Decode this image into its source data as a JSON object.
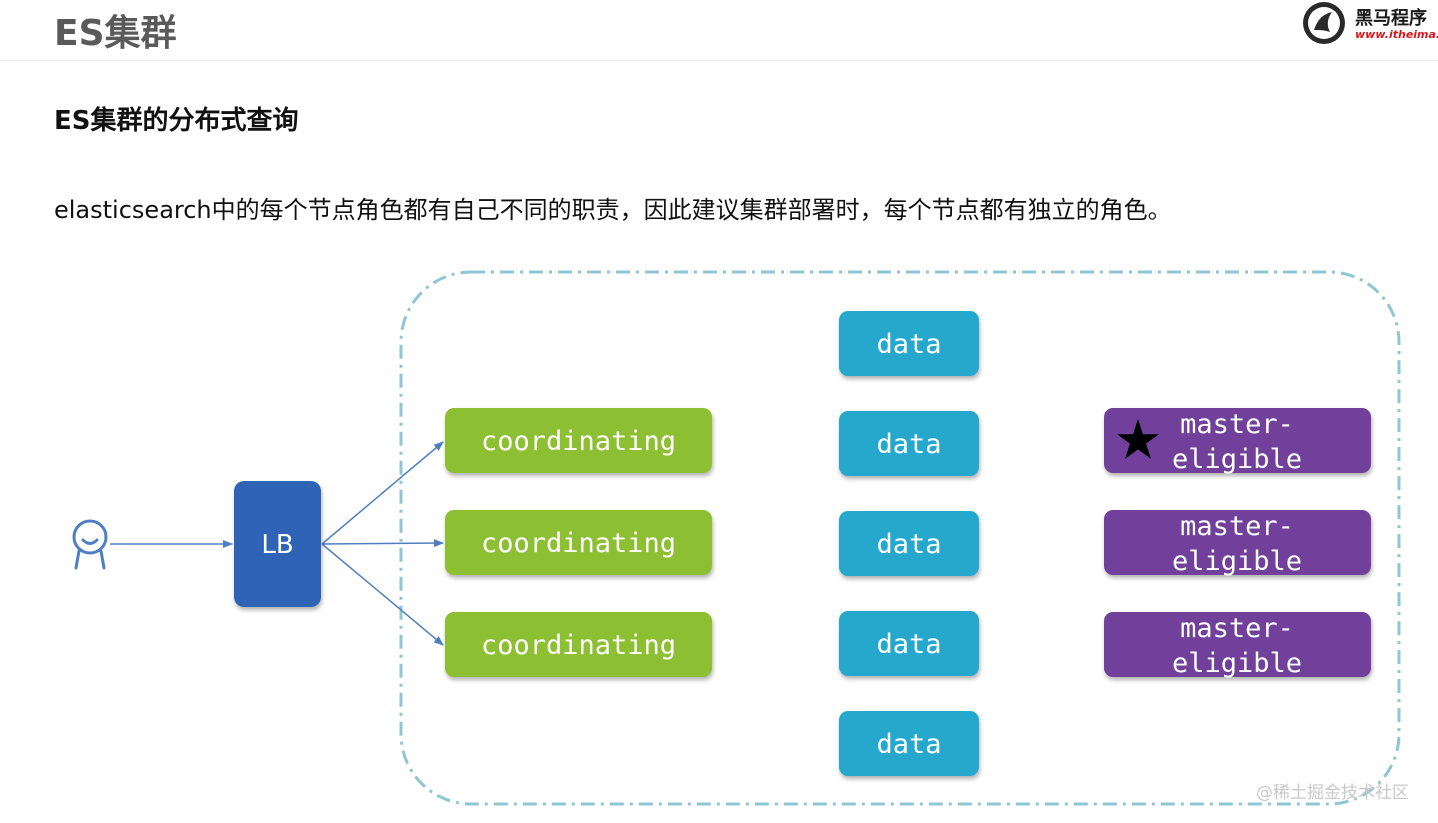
{
  "header": {
    "title": "ES集群",
    "logo_text": "黑马程序",
    "logo_url": "www.itheima.c"
  },
  "section_title": "ES集群的分布式查询",
  "description": "elasticsearch中的每个节点角色都有自己不同的职责，因此建议集群部署时，每个节点都有独立的角色。",
  "diagram": {
    "lb_label": "LB",
    "coordinating_nodes": [
      "coordinating",
      "coordinating",
      "coordinating"
    ],
    "data_nodes": [
      "data",
      "data",
      "data",
      "data",
      "data"
    ],
    "master_nodes": [
      {
        "line1": "master-",
        "line2": "eligible",
        "elected": true
      },
      {
        "line1": "master-",
        "line2": "eligible",
        "elected": false
      },
      {
        "line1": "master-",
        "line2": "eligible",
        "elected": false
      }
    ],
    "colors": {
      "lb": "#2f64b5",
      "coordinating": "#8cbf32",
      "data": "#27a8cc",
      "master": "#6f3f9b",
      "cluster_border": "#8fc6d4",
      "arrow": "#4f7fc0"
    },
    "icons": [
      "user-icon",
      "star-icon"
    ]
  },
  "watermark": "@稀土掘金技术社区"
}
